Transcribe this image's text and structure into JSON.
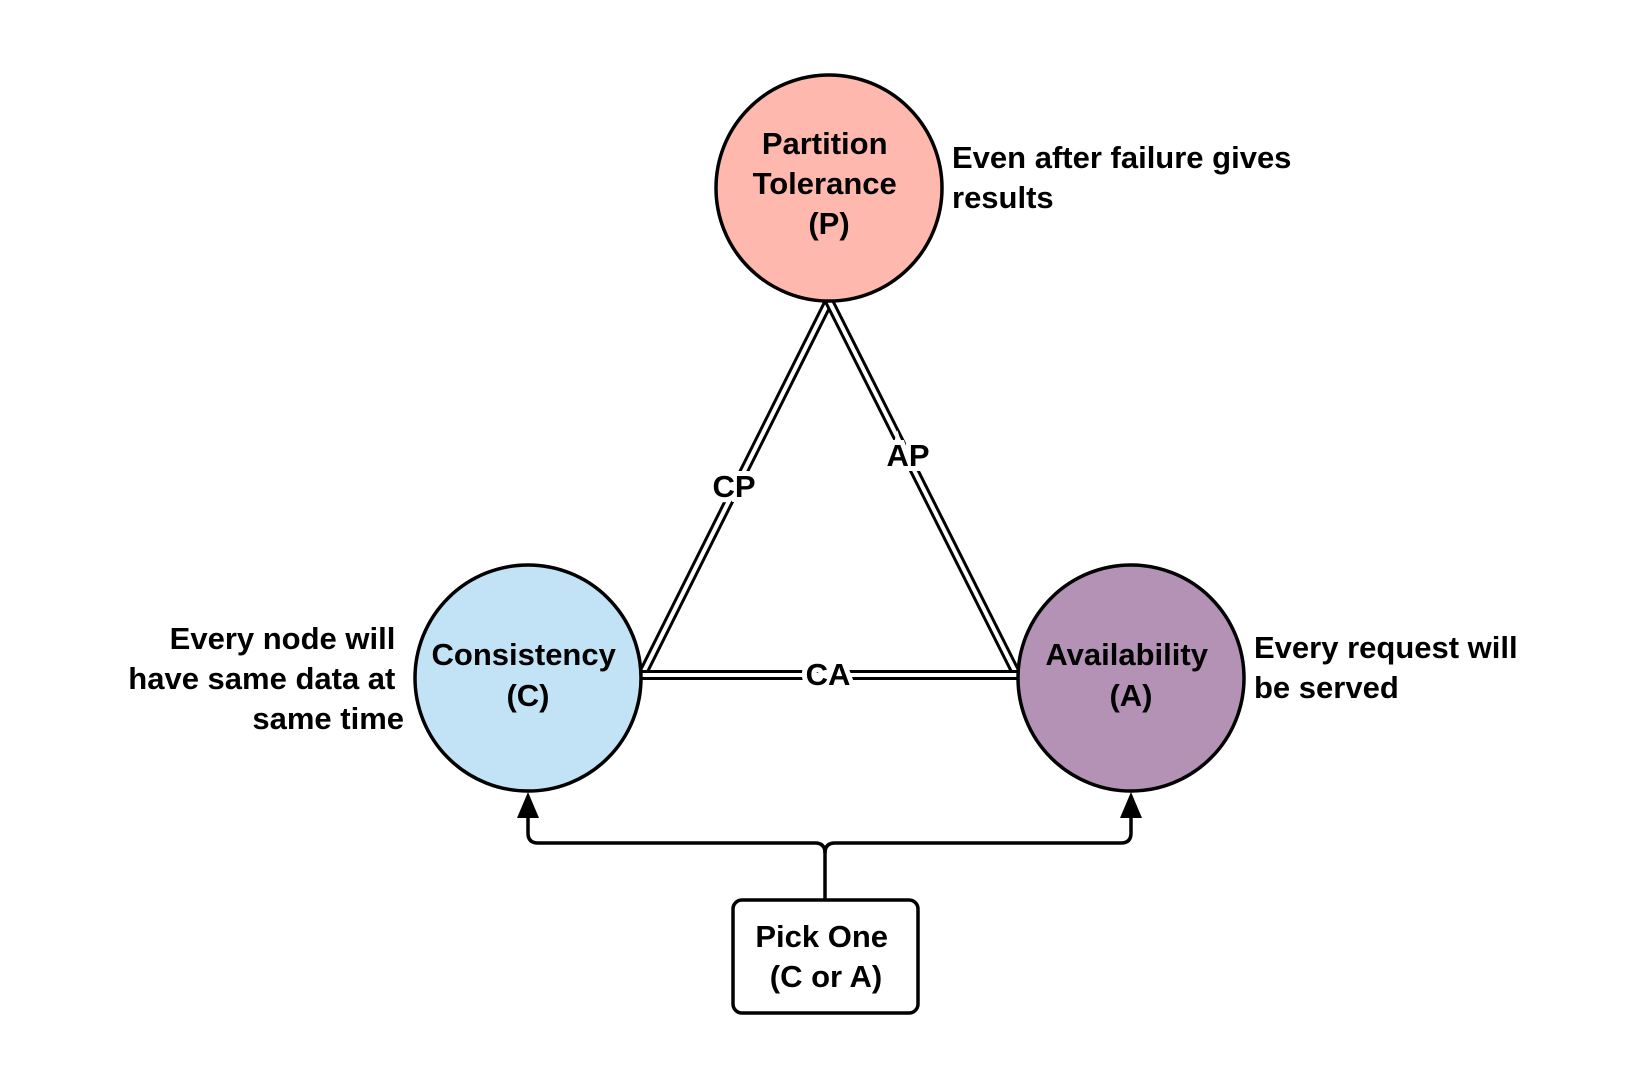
{
  "nodes": {
    "partition": {
      "lines": [
        "Partition",
        "Tolerance",
        "(P)"
      ],
      "color": "#FFB8AE",
      "description": [
        "Even after failure gives",
        "results"
      ]
    },
    "consistency": {
      "lines": [
        "Consistency",
        "(C)"
      ],
      "color": "#C2E3F5",
      "description": [
        "Every node will",
        "have same data at",
        "same time"
      ]
    },
    "availability": {
      "lines": [
        "Availability",
        "(A)"
      ],
      "color": "#B392B5",
      "description": [
        "Every request will",
        "be served"
      ]
    }
  },
  "edges": {
    "cp": "CP",
    "ap": "AP",
    "ca": "CA"
  },
  "pick": {
    "lines": [
      "Pick One",
      "(C or A)"
    ]
  }
}
